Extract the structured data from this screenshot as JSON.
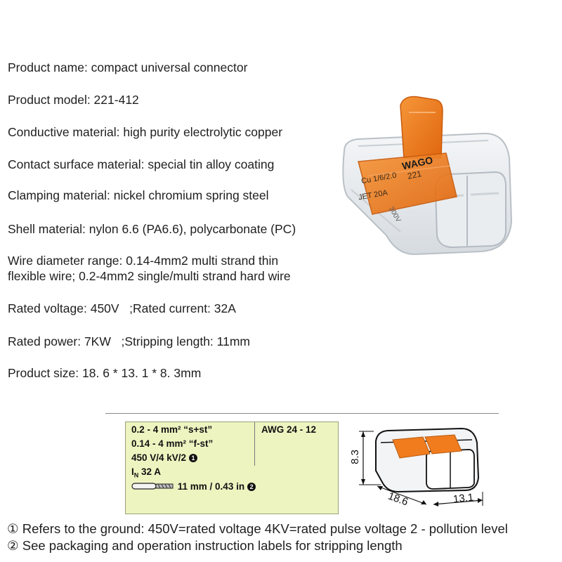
{
  "specs": [
    "Product name: compact universal connector",
    "Product model: 221-412",
    "Conductive material: high purity electrolytic copper",
    "Contact surface material: special tin alloy coating",
    "Clamping material: nickel chromium spring steel",
    "Shell material: nylon 6.6 (PA6.6), polycarbonate (PC)",
    "Wire diameter range: 0.14-4mm2 multi strand thin",
    "flexible wire; 0.2-4mm2 single/multi strand hard wire",
    "Rated voltage: 450V   ;Rated current: 32A",
    "Rated power: 7KW   ;Stripping length: 11mm",
    "Product size: 18. 6 * 13. 1 * 8. 3mm"
  ],
  "hero": {
    "brand": "WAGO",
    "series": "221",
    "marks": [
      "Cu 1/6/2.0",
      "JET 20A",
      "300V"
    ]
  },
  "label": {
    "line1": "0.2 - 4 mm² “s+st”",
    "awg": "AWG 24 - 12",
    "line2": "0.14 - 4 mm² “f-st”",
    "line3": "450 V/4 kV/2",
    "line3_mark": "1",
    "line4_prefix": "I",
    "line4_sub": "N",
    "line4_value": " 32 A",
    "line5": "11 mm / 0.43 in",
    "line5_mark": "2"
  },
  "dimensions": {
    "height": "8.3",
    "length": "18.6",
    "width": "13.1"
  },
  "notes": [
    "① Refers to the ground: 450V=rated voltage 4KV=rated pulse voltage 2 - pollution level",
    "② See packaging and operation instruction labels for stripping length"
  ],
  "colors": {
    "orange": "#f07c1e",
    "label_bg": "#eef4c0",
    "text": "#1f1f1f"
  }
}
